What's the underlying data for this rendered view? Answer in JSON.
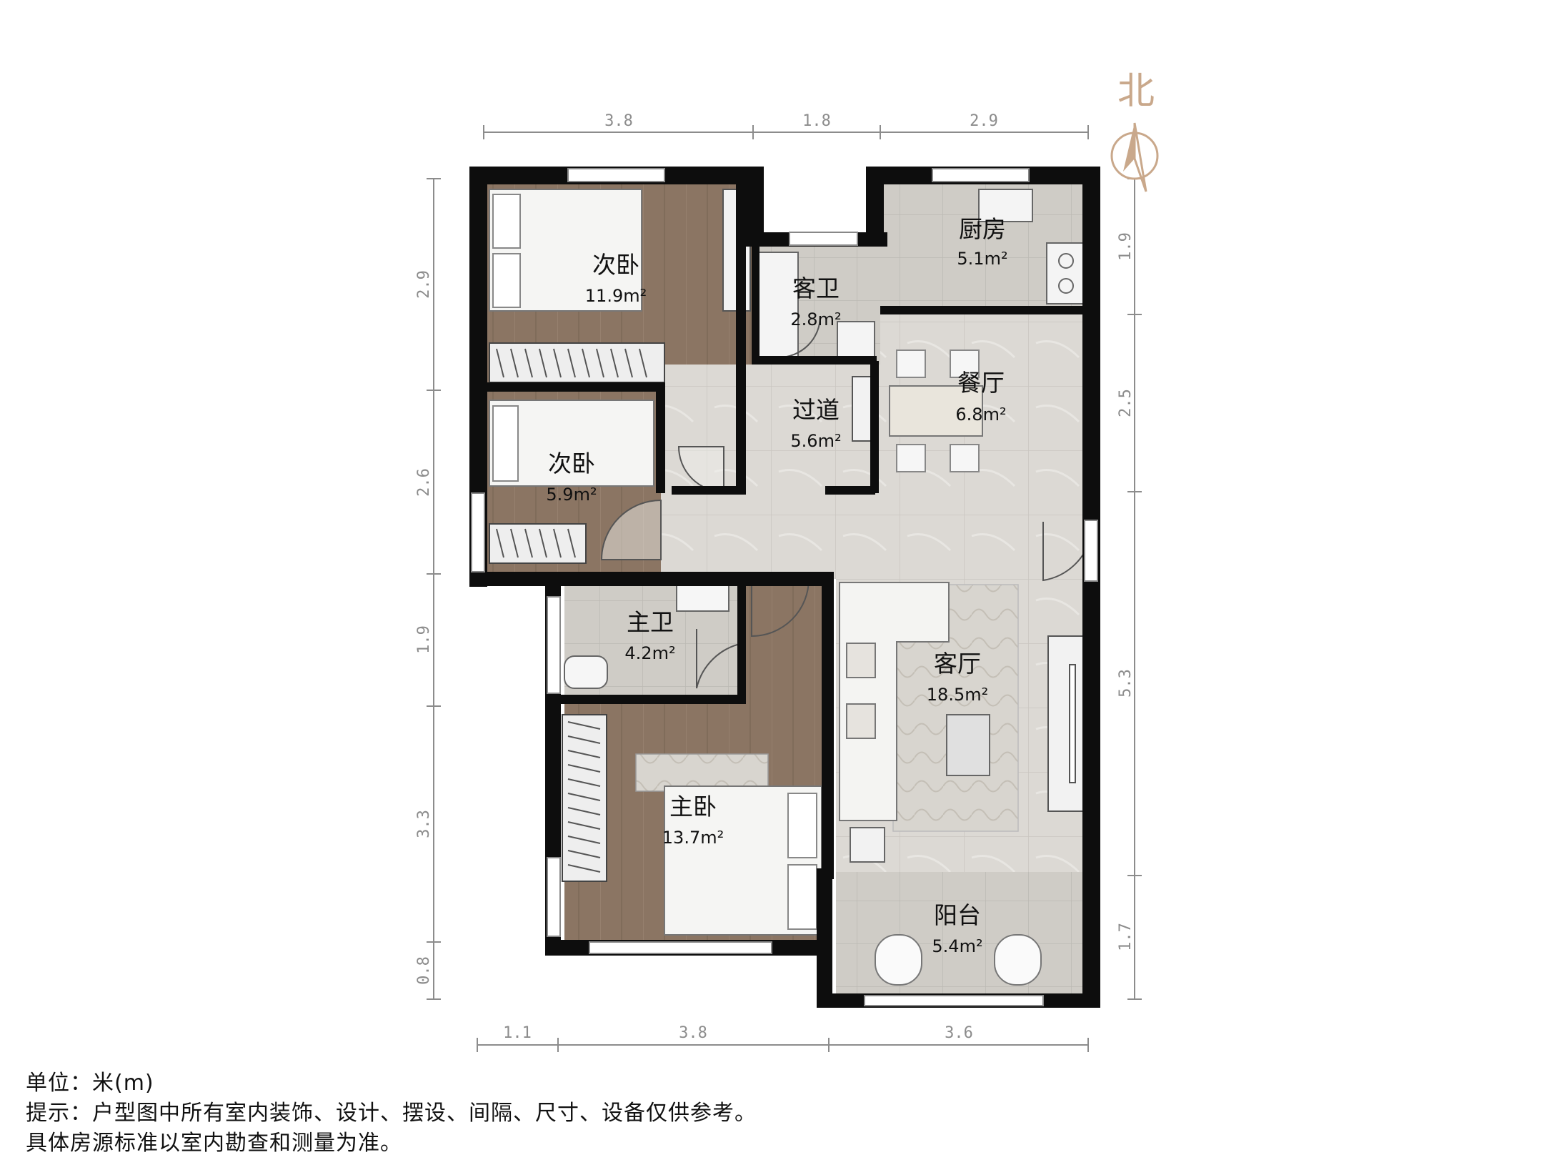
{
  "compass": {
    "label": "北",
    "icon": "north-arrow-icon"
  },
  "dimensions": {
    "top": [
      "3.8",
      "1.8",
      "2.9"
    ],
    "bottom": [
      "1.1",
      "3.8",
      "3.6"
    ],
    "left": [
      "2.9",
      "2.6",
      "1.9",
      "3.3",
      "0.8"
    ],
    "right": [
      "1.9",
      "2.5",
      "5.3",
      "1.7"
    ]
  },
  "rooms": {
    "bedroom_second_large": {
      "name": "次卧",
      "area": "11.9m²"
    },
    "guest_bath": {
      "name": "客卫",
      "area": "2.8m²"
    },
    "kitchen": {
      "name": "厨房",
      "area": "5.1m²"
    },
    "dining": {
      "name": "餐厅",
      "area": "6.8m²"
    },
    "hallway": {
      "name": "过道",
      "area": "5.6m²"
    },
    "bedroom_second_small": {
      "name": "次卧",
      "area": "5.9m²"
    },
    "master_bath": {
      "name": "主卫",
      "area": "4.2m²"
    },
    "living": {
      "name": "客厅",
      "area": "18.5m²"
    },
    "master_bedroom": {
      "name": "主卧",
      "area": "13.7m²"
    },
    "balcony": {
      "name": "阳台",
      "area": "5.4m²"
    }
  },
  "notes": {
    "unit": "单位：米(m)",
    "hint": "提示：户型图中所有室内装饰、设计、摆设、间隔、尺寸、设备仅供参考。",
    "disclaimer": "具体房源标准以室内勘查和测量为准。"
  },
  "colors": {
    "wall": "#0d0d0d",
    "wood_floor": "#8a7462",
    "tile_floor": "#d9d6d1",
    "bath_tile": "#cdcac4",
    "dim_line": "#8c8c8c",
    "compass": "#c9a88b"
  }
}
